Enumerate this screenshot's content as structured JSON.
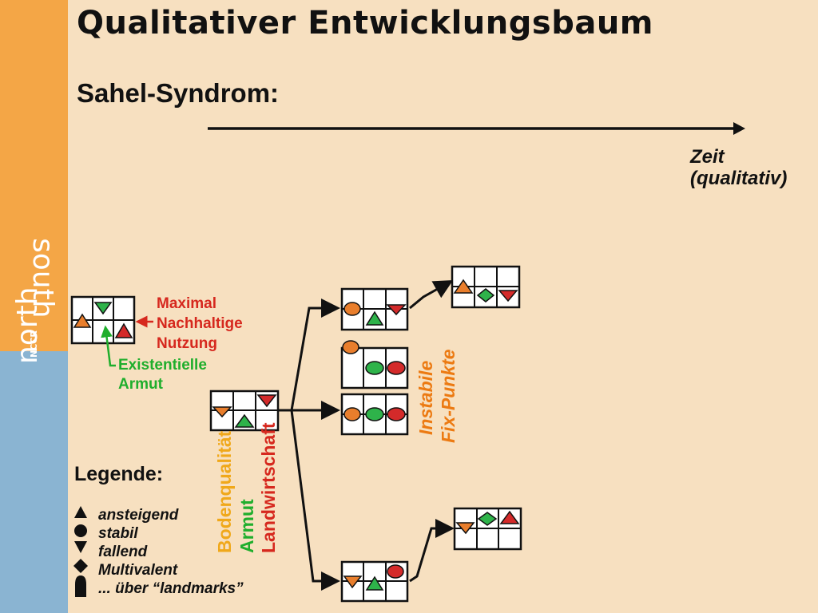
{
  "title": "Qualitativer Entwicklungsbaum",
  "subtitle": "Sahel-Syndrom:",
  "colors": {
    "background": "#f7e0c0",
    "sidebar_top": "#f4a646",
    "sidebar_bottom": "#8ab4d2",
    "orange": "#e97e2c",
    "green": "#2eb34a",
    "red": "#d42a2a",
    "label_red": "#d6281e",
    "label_green": "#1fae2c",
    "label_orange": "#ec7a12",
    "label_yellow": "#f0a81a"
  },
  "logo": {
    "line1": "north",
    "line2": "south",
    "small": "NCCR"
  },
  "time_axis": {
    "label_line1": "Zeit",
    "label_line2": "(qualitativ)"
  },
  "annotations": {
    "maximal_line1": "Maximal",
    "maximal_line2": "Nachhaltige",
    "maximal_line3": "Nutzung",
    "existentielle_line1": "Existentielle",
    "existentielle_line2": "Armut",
    "instabile_line1": "Instabile",
    "instabile_line2": "Fix-Punkte"
  },
  "variable_labels": [
    "Bodenqualität",
    "Armut",
    "Landwirtschaft"
  ],
  "legend": {
    "title": "Legende:",
    "items": [
      {
        "symbol": "triangle-up-icon",
        "label": "ansteigend"
      },
      {
        "symbol": "circle-icon",
        "label": "stabil"
      },
      {
        "symbol": "triangle-down-icon",
        "label": "fallend"
      },
      {
        "symbol": "diamond-icon",
        "label": "Multivalent"
      },
      {
        "symbol": "landmark-icon",
        "label": "... über “landmarks”"
      }
    ]
  },
  "states": [
    {
      "id": "reference",
      "cells": [
        "up",
        "down",
        "up"
      ]
    },
    {
      "id": "initial",
      "cells": [
        "down",
        "up",
        "down"
      ]
    },
    {
      "id": "branch-upper",
      "cells": [
        "circle",
        "up",
        "down"
      ]
    },
    {
      "id": "branch-upper-next",
      "cells": [
        "up",
        "diamond",
        "down"
      ]
    },
    {
      "id": "fixpoint-1",
      "cells": [
        "circle",
        "circle",
        "circle"
      ]
    },
    {
      "id": "fixpoint-2",
      "cells": [
        "circle",
        "circle",
        "circle"
      ]
    },
    {
      "id": "branch-lower",
      "cells": [
        "down",
        "up",
        "circle"
      ]
    },
    {
      "id": "branch-lower-next",
      "cells": [
        "down",
        "diamond",
        "up"
      ]
    }
  ]
}
